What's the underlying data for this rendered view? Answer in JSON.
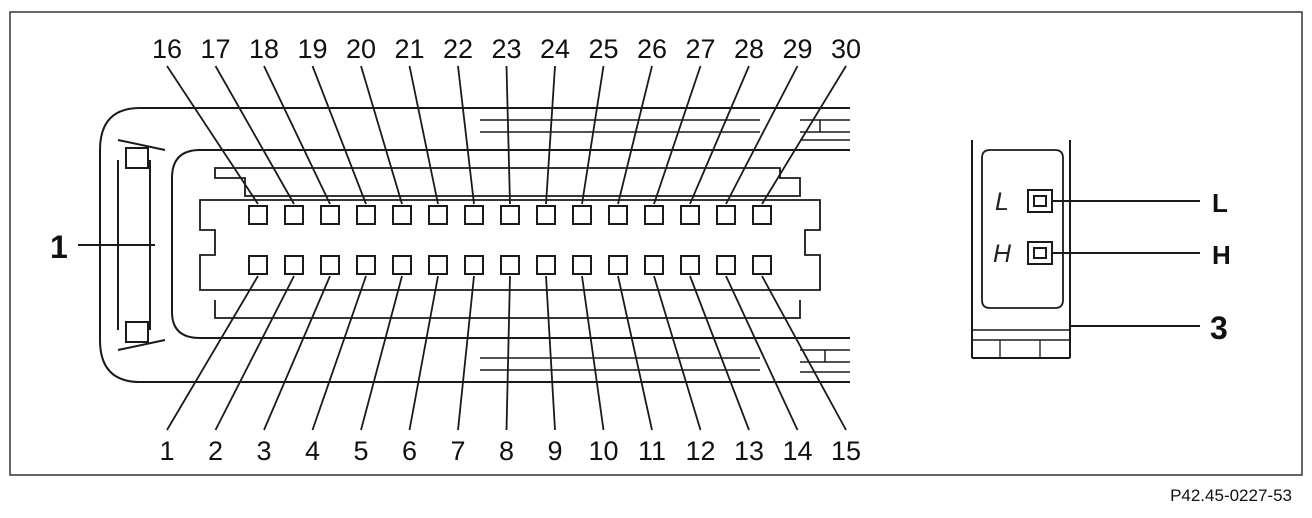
{
  "connector_30pin": {
    "housing_callout": "1",
    "top_row_pins": [
      "16",
      "17",
      "18",
      "19",
      "20",
      "21",
      "22",
      "23",
      "24",
      "25",
      "26",
      "27",
      "28",
      "29",
      "30"
    ],
    "bottom_row_pins": [
      "1",
      "2",
      "3",
      "4",
      "5",
      "6",
      "7",
      "8",
      "9",
      "10",
      "11",
      "12",
      "13",
      "14",
      "15"
    ]
  },
  "connector_can": {
    "pins": [
      {
        "pin_letter": "L",
        "callout": "L"
      },
      {
        "pin_letter": "H",
        "callout": "H"
      }
    ],
    "housing_callout": "3"
  },
  "figure_ref": "P42.45-0227-53"
}
